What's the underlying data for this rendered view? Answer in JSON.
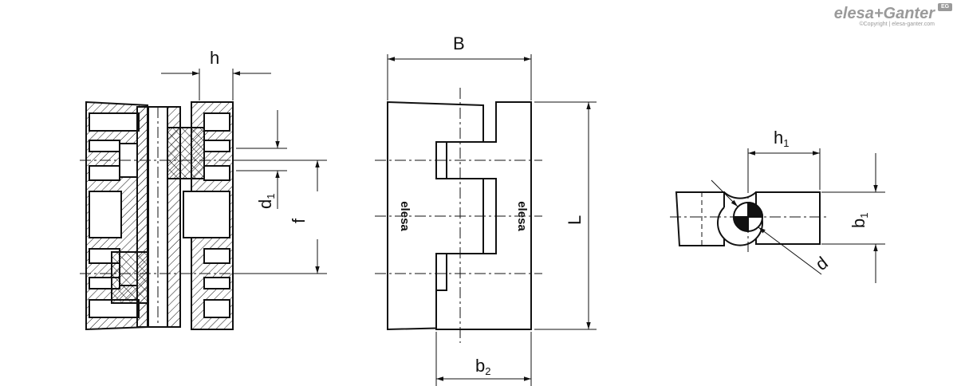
{
  "brand": {
    "name": "elesa+Ganter",
    "copyright": "©Copyright | elesa-ganter.com",
    "badge": "EG"
  },
  "dimensions": {
    "h": "h",
    "d1": "d",
    "d1_sub": "1",
    "f": "f",
    "B": "B",
    "L": "L",
    "b2": "b",
    "b2_sub": "2",
    "h1": "h",
    "h1_sub": "1",
    "b1": "b",
    "b1_sub": "1",
    "d": "d"
  },
  "logo_text": "elesa",
  "colors": {
    "line": "#111111",
    "brand_gray": "#9a9a9a"
  }
}
